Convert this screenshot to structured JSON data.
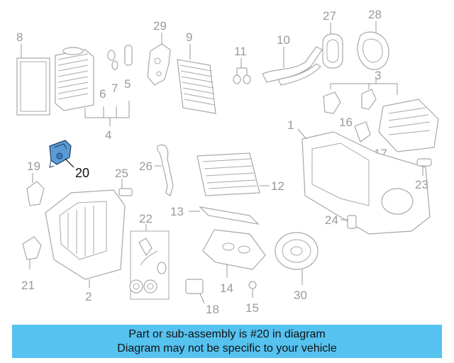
{
  "callouts": {
    "c1": "1",
    "c2": "2",
    "c3": "3",
    "c4": "4",
    "c5": "5",
    "c6": "6",
    "c7": "7",
    "c8": "8",
    "c9": "9",
    "c10": "10",
    "c11": "11",
    "c12": "12",
    "c13": "13",
    "c14": "14",
    "c15": "15",
    "c16": "16",
    "c17": "17",
    "c18": "18",
    "c19": "19",
    "c20": "20",
    "c21": "21",
    "c22": "22",
    "c23": "23",
    "c24": "24",
    "c25": "25",
    "c26": "26",
    "c27": "27",
    "c28": "28",
    "c29": "29",
    "c30": "30"
  },
  "highlighted_callout": "20",
  "highlight_color": "#56c2f0",
  "banner": {
    "line1": "Part or sub-assembly is #20 in diagram",
    "line2": "Diagram may not be specific to your vehicle"
  }
}
